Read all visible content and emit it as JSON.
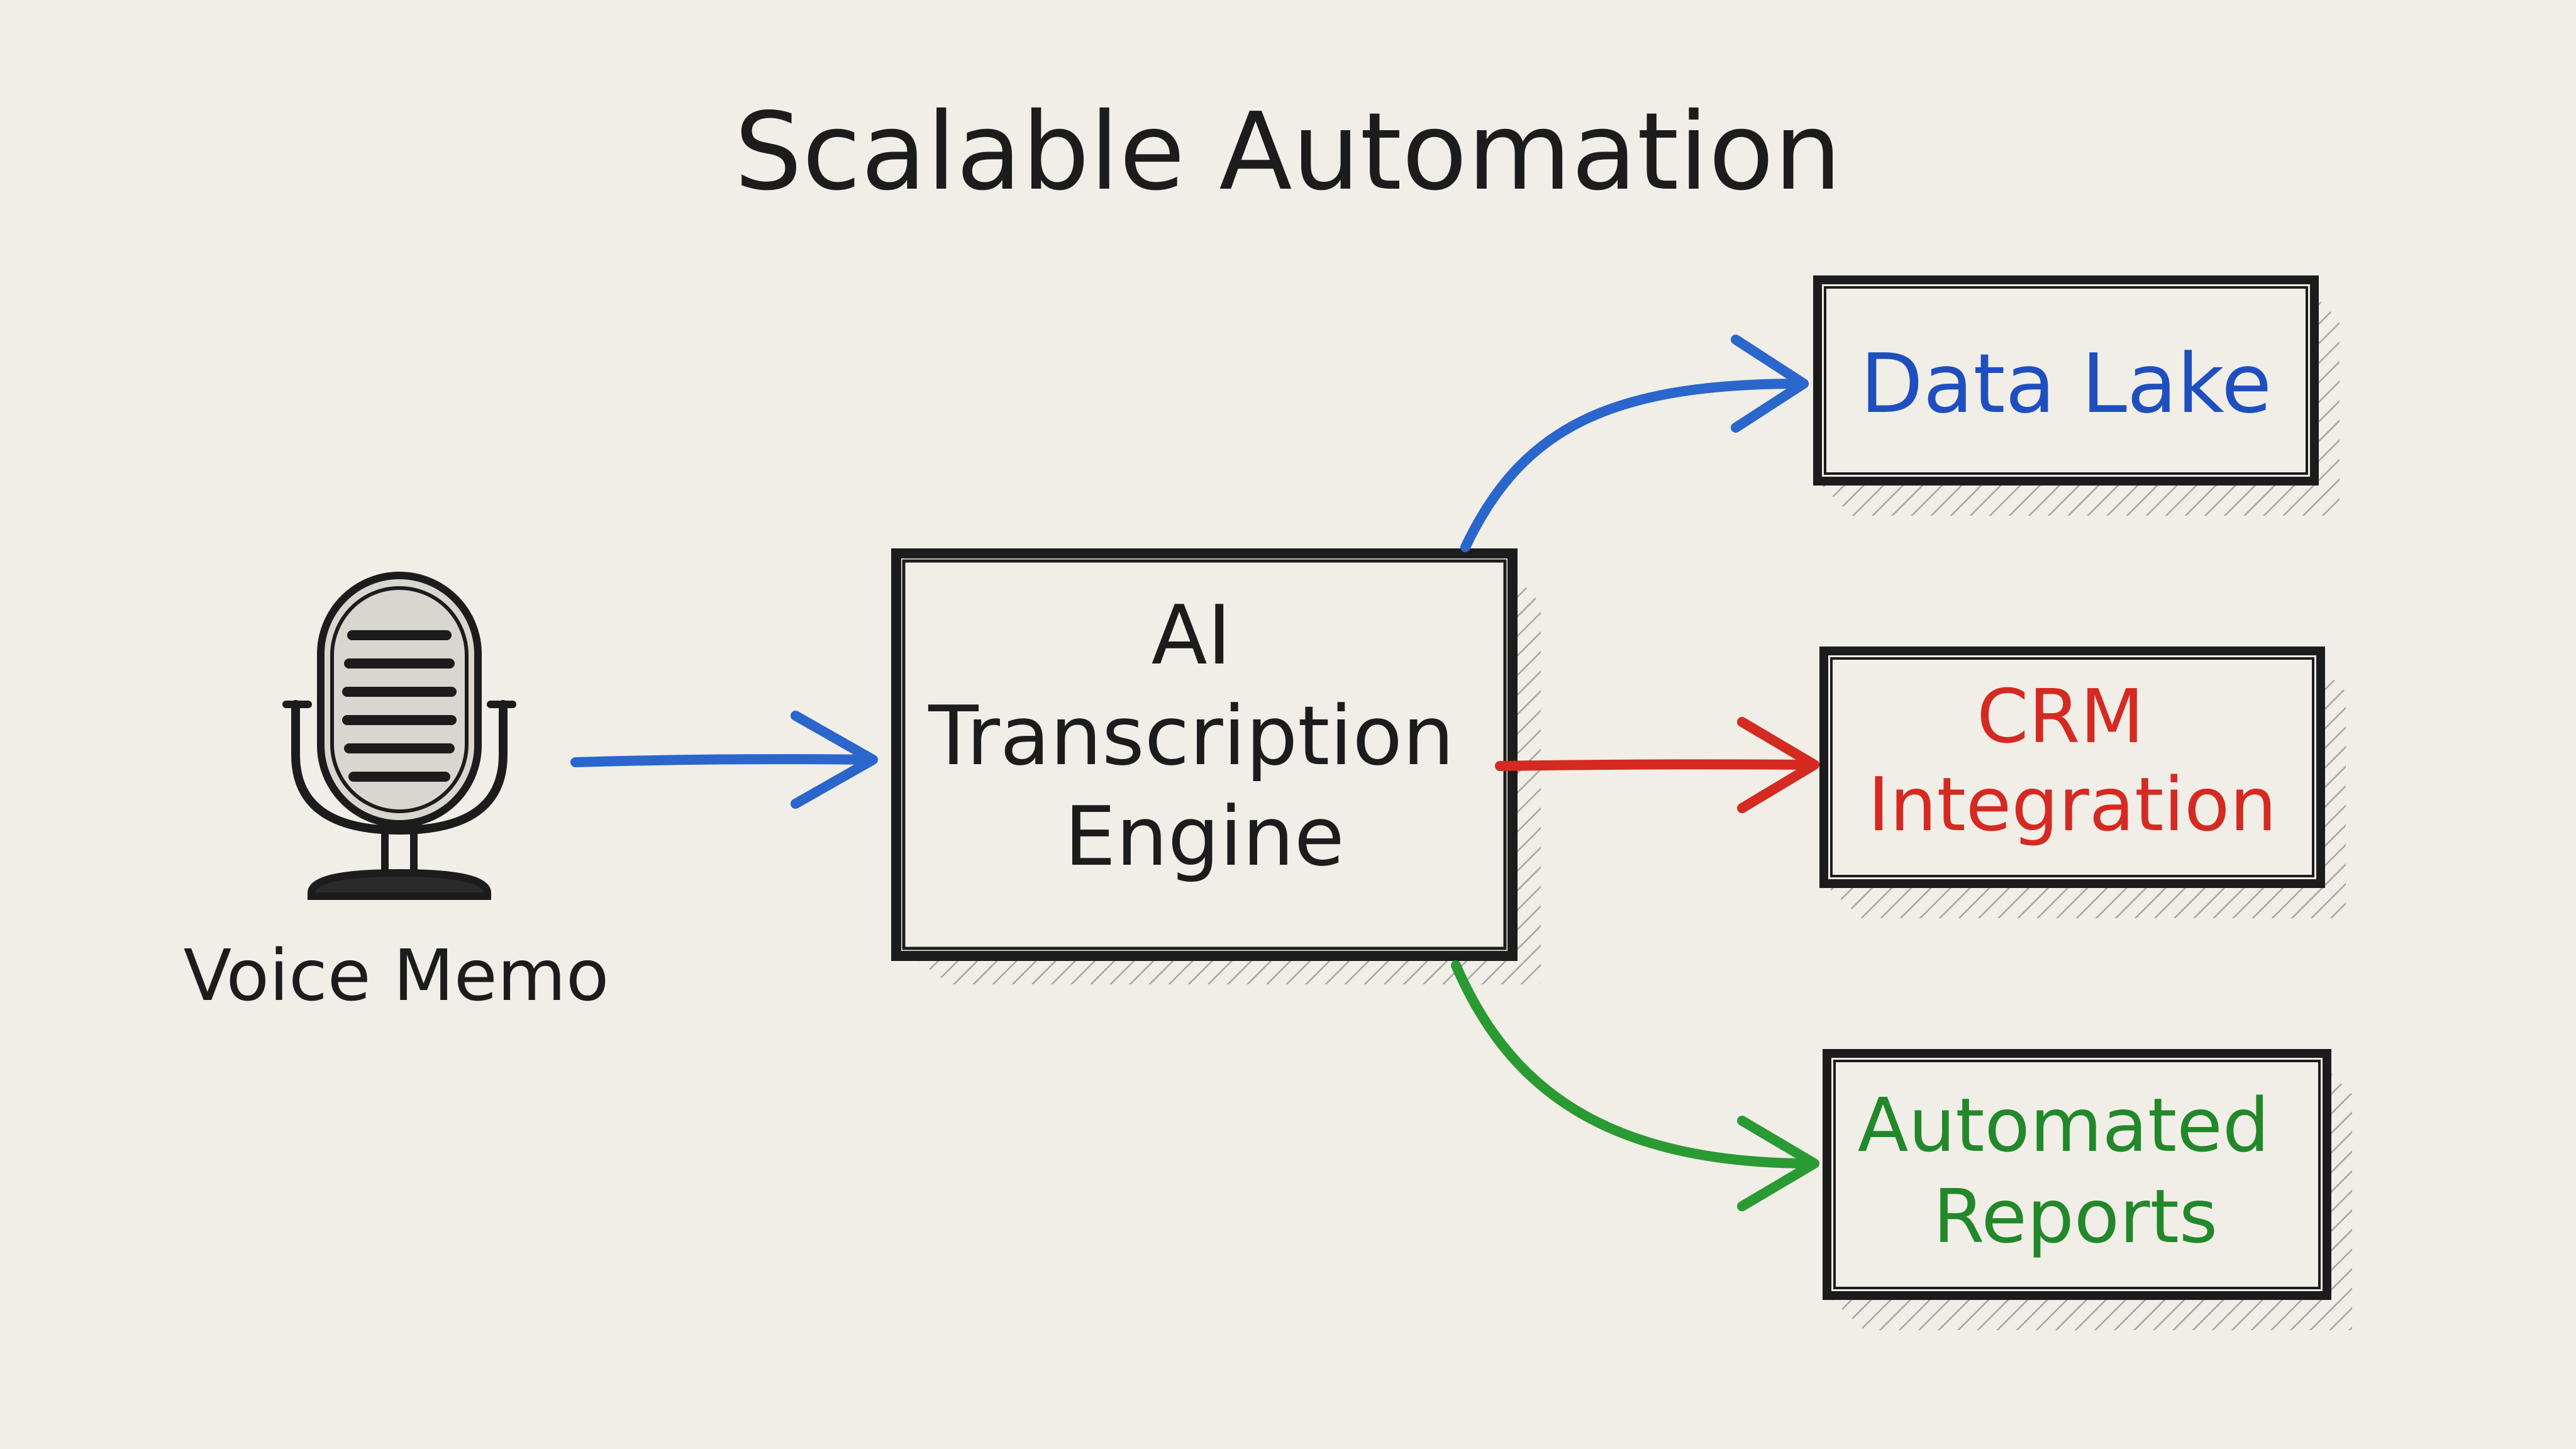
{
  "title": "Scalable Automation",
  "source": {
    "label": "Voice Memo",
    "icon": "microphone-icon"
  },
  "engine": {
    "lines": [
      "AI",
      "Transcription",
      "Engine"
    ]
  },
  "outputs": [
    {
      "id": "data-lake",
      "lines": [
        "Data Lake"
      ],
      "color": "#1f4fbf"
    },
    {
      "id": "crm-integration",
      "lines": [
        "CRM",
        "Integration"
      ],
      "color": "#d42a22"
    },
    {
      "id": "automated-reports",
      "lines": [
        "Automated",
        "Reports"
      ],
      "color": "#22882a"
    }
  ],
  "colors": {
    "ink": "#1c1c1c",
    "paper": "#f1eee7",
    "input_arrow": "#2a66cc"
  }
}
